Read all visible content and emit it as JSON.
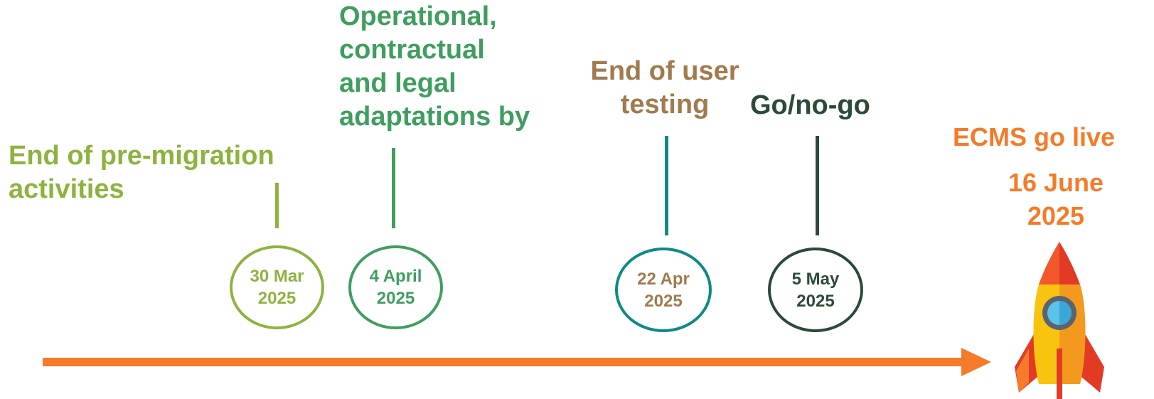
{
  "colors": {
    "lime": "#8db33f",
    "green": "#3e9e5e",
    "teal": "#0e8a85",
    "brown": "#a17a4d",
    "dark_green": "#2b4a38",
    "orange": "#f57b2a",
    "rocket_orange": "#f39a1e",
    "rocket_yellow": "#f9c40f",
    "rocket_red": "#e23a25",
    "rocket_window": "#59c3e9"
  },
  "milestones": [
    {
      "label": [
        "End of pre-migration",
        "activities"
      ],
      "date": [
        "30 Mar",
        "2025"
      ]
    },
    {
      "label": [
        "Operational,",
        "contractual",
        "and legal",
        "adaptations by"
      ],
      "date": [
        "4 April",
        "2025"
      ]
    },
    {
      "label": [
        "End of user",
        "testing"
      ],
      "date": [
        "22 Apr",
        "2025"
      ]
    },
    {
      "label": [
        "Go/no-go"
      ],
      "date": [
        "5 May",
        "2025"
      ]
    }
  ],
  "go_live": {
    "title": "ECMS go live",
    "date": [
      "16 June",
      "2025"
    ],
    "icon": "rocket-icon"
  }
}
